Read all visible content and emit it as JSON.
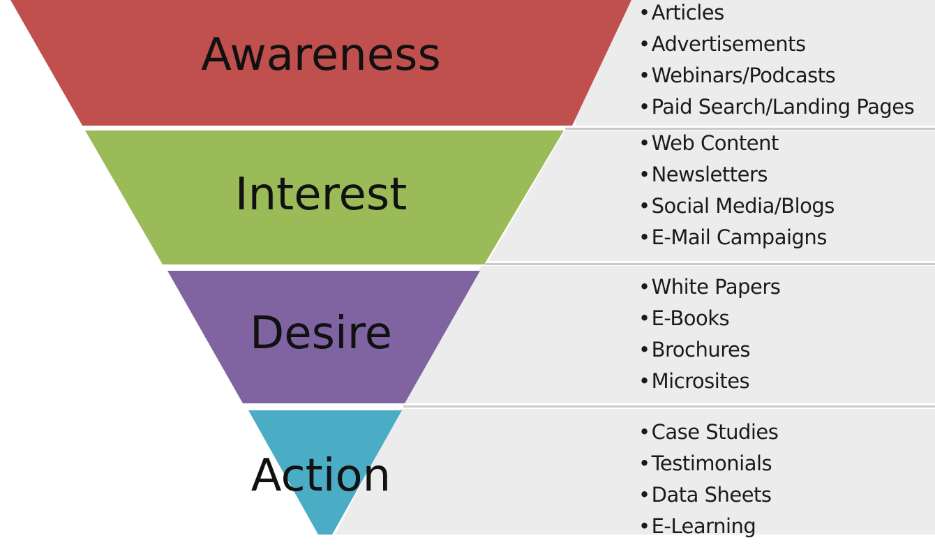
{
  "funnel": {
    "stages": [
      {
        "label": "Awareness",
        "color": "#c0504d",
        "items": [
          "Articles",
          "Advertisements",
          "Webinars/Podcasts",
          "Paid Search/Landing Pages"
        ]
      },
      {
        "label": "Interest",
        "color": "#9bbb59",
        "items": [
          "Web Content",
          "Newsletters",
          "Social Media/Blogs",
          "E-Mail Campaigns"
        ]
      },
      {
        "label": "Desire",
        "color": "#8064a2",
        "items": [
          "White Papers",
          "E-Books",
          "Brochures",
          "Microsites"
        ]
      },
      {
        "label": "Action",
        "color": "#4bacc6",
        "items": [
          "Case Studies",
          "Testimonials",
          "Data Sheets",
          "E-Learning"
        ]
      }
    ],
    "panel_color": "#ececec"
  }
}
